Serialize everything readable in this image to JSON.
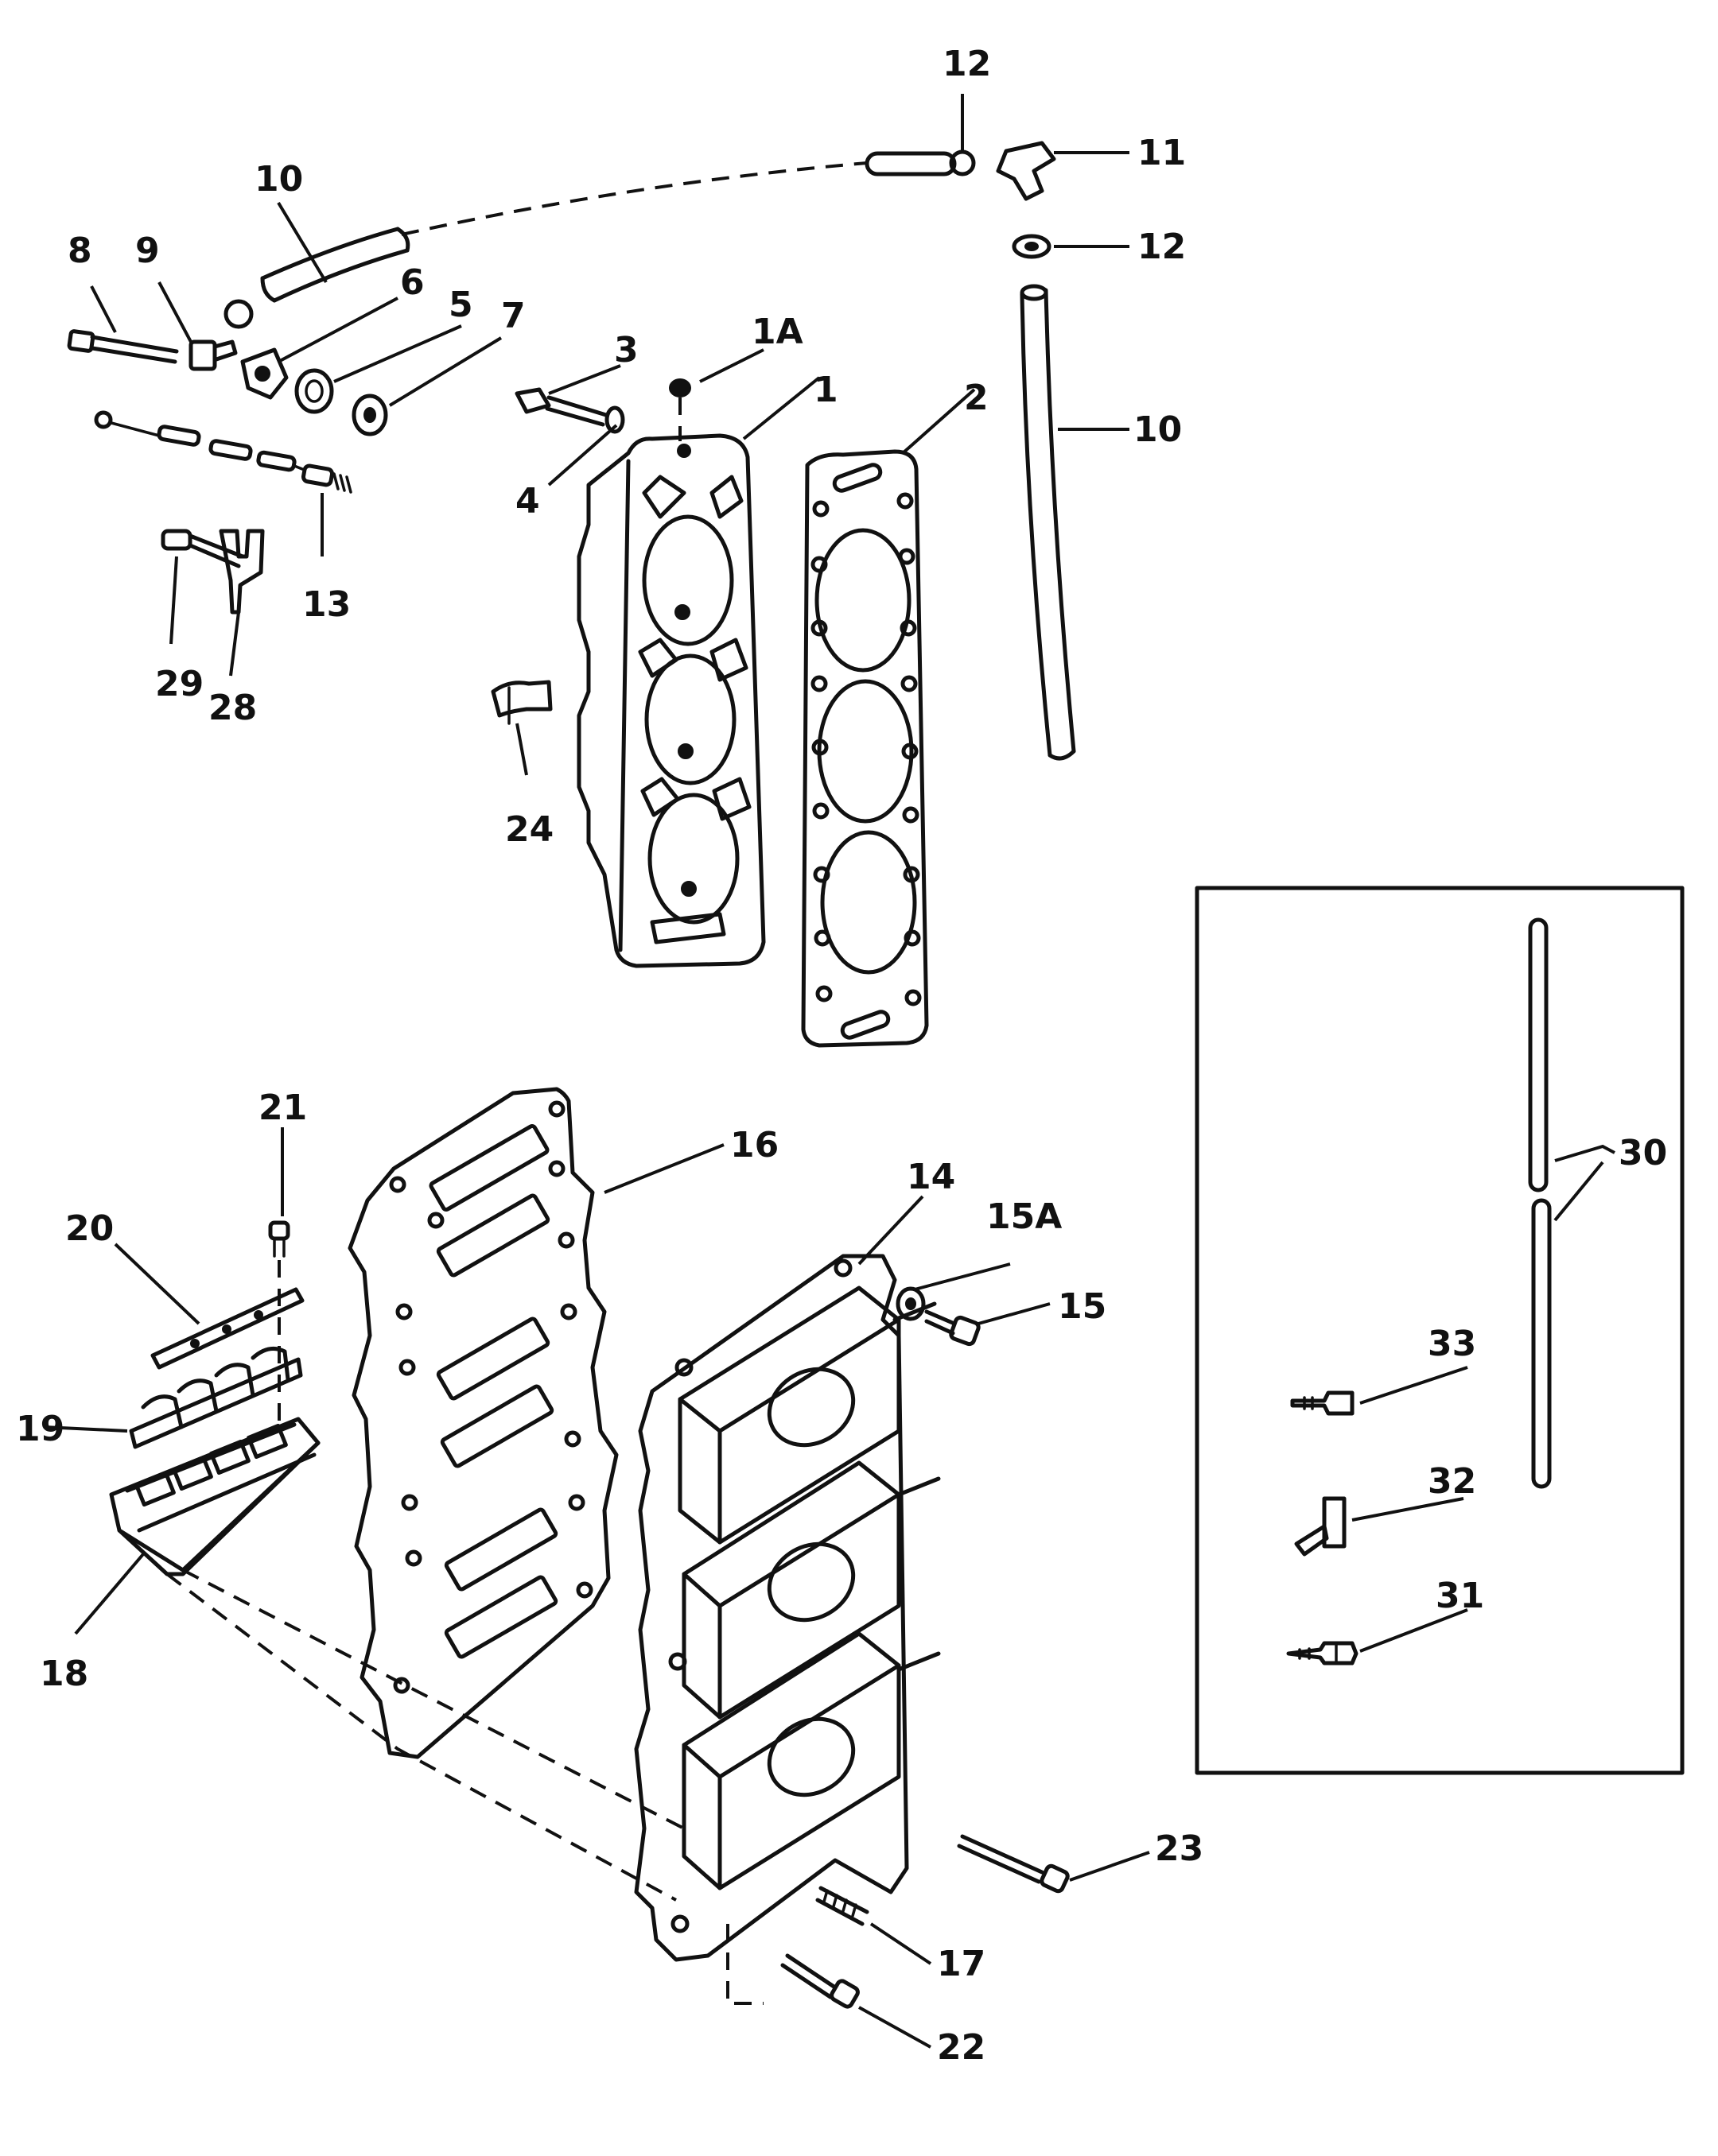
{
  "callouts": {
    "c1": "1",
    "c1a": "1A",
    "c2": "2",
    "c3": "3",
    "c4": "4",
    "c5": "5",
    "c6": "6",
    "c7": "7",
    "c8": "8",
    "c9": "9",
    "c10a": "10",
    "c10b": "10",
    "c11": "11",
    "c12a": "12",
    "c12b": "12",
    "c13": "13",
    "c14": "14",
    "c15": "15",
    "c15a": "15A",
    "c16": "16",
    "c17": "17",
    "c18": "18",
    "c19": "19",
    "c20": "20",
    "c21": "21",
    "c22": "22",
    "c23": "23",
    "c24": "24",
    "c28": "28",
    "c29": "29",
    "c30": "30",
    "c31": "31",
    "c32": "32",
    "c33": "33"
  }
}
